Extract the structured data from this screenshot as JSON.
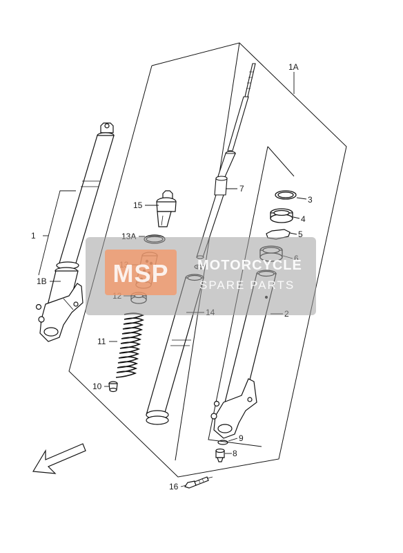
{
  "labels": {
    "l1A": "1A",
    "l1": "1",
    "l1B": "1B",
    "l2": "2",
    "l3": "3",
    "l4": "4",
    "l5": "5",
    "l6": "6",
    "l7": "7",
    "l8": "8",
    "l9": "9",
    "l10": "10",
    "l11": "11",
    "l12": "12",
    "l13": "13",
    "l13A": "13A",
    "l14": "14",
    "l15": "15",
    "l16": "16"
  },
  "watermark": {
    "logo": "MSP",
    "line1": "MOTORCYCLE",
    "line2": "SPARE PARTS"
  }
}
